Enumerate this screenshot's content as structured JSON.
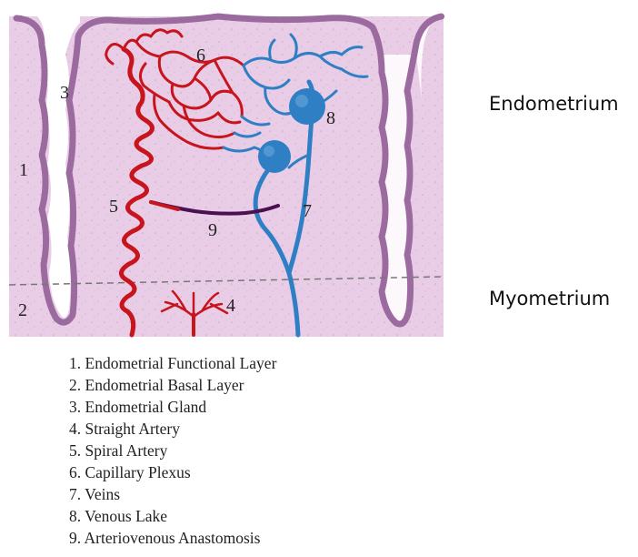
{
  "side_labels": {
    "upper": "Endometrium",
    "lower": "Myometrium"
  },
  "diagram_numbers": {
    "n1": "1",
    "n2": "2",
    "n3": "3",
    "n4": "4",
    "n5": "5",
    "n6": "6",
    "n7": "7",
    "n8": "8",
    "n9": "9"
  },
  "legend": [
    "1. Endometrial Functional Layer",
    "2. Endometrial Basal Layer",
    "3. Endometrial Gland",
    "4. Straight Artery",
    "5. Spiral Artery",
    "6. Capillary Plexus",
    "7. Veins",
    "8. Venous Lake",
    "9. Arteriovenous Anastomosis"
  ],
  "colors": {
    "tissue": "#e9cde6",
    "gland_wall": "#9b6a9f",
    "artery": "#c8141c",
    "vein": "#2f7fc4",
    "anastomosis": "#4a1050",
    "boundary_line": "#777777"
  }
}
